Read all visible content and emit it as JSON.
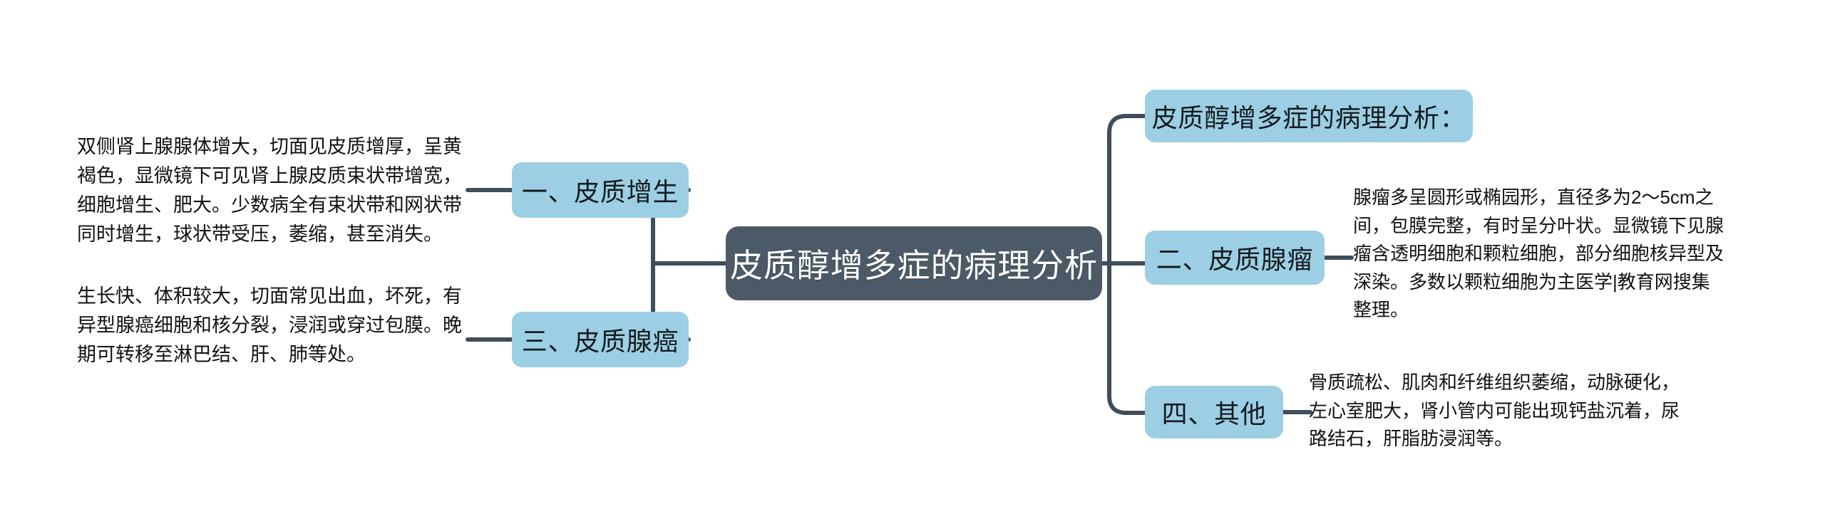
{
  "diagram": {
    "type": "mindmap",
    "title": "皮质醇增多症的病理分析",
    "colors": {
      "root_fill": "#4b5a66",
      "root_text": "#ffffff",
      "branch_fill": "#9ccfe3",
      "branch_text": "#141b20",
      "connector": "#3e4e5a",
      "background": "#ffffff",
      "body_text": "#111111"
    },
    "root": {
      "label": "皮质醇增多症的病理分析"
    },
    "left_branches": [
      {
        "id": "branch-1",
        "label": "一、皮质增生",
        "detail": "双侧肾上腺腺体增大，切面见皮质增厚，呈黄\n褐色，显微镜下可见肾上腺皮质束状带增宽，\n细胞增生、肥大。少数病全有束状带和网状带\n同时增生，球状带受压，萎缩，甚至消失。"
      },
      {
        "id": "branch-3",
        "label": "三、皮质腺癌",
        "detail": "生长快、体积较大，切面常见出血，坏死，有\n异型腺癌细胞和核分裂，浸润或穿过包膜。晚\n期可转移至淋巴结、肝、肺等处。"
      }
    ],
    "right_branches": [
      {
        "id": "branch-top",
        "label": "皮质醇增多症的病理分析：",
        "detail": ""
      },
      {
        "id": "branch-2",
        "label": "二、皮质腺瘤",
        "detail": "腺瘤多呈圆形或椭园形，直径多为2～5cm之\n间，包膜完整，有时呈分叶状。显微镜下见腺\n瘤含透明细胞和颗粒细胞，部分细胞核异型及\n深染。多数以颗粒细胞为主医学|教育网搜集\n整理。"
      },
      {
        "id": "branch-4",
        "label": "四、其他",
        "detail": "骨质疏松、肌肉和纤维组织萎缩，动脉硬化，\n左心室肥大，肾小管内可能出现钙盐沉着，尿\n路结石，肝脂肪浸润等。"
      }
    ]
  }
}
